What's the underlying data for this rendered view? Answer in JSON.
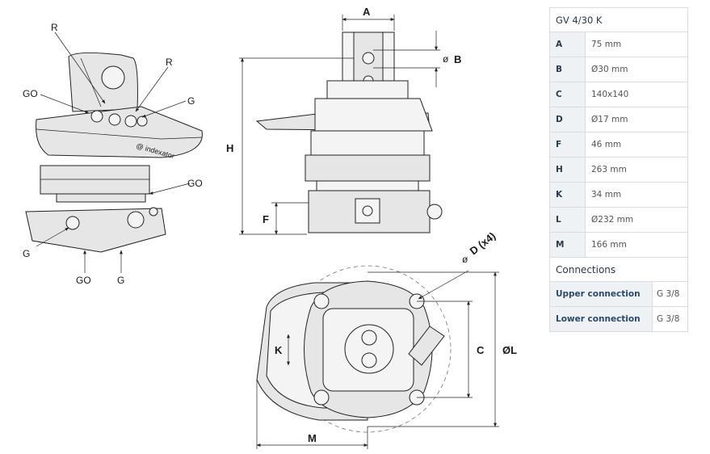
{
  "drawing": {
    "iso_labels": [
      "R",
      "R",
      "GO",
      "G",
      "GO",
      "G",
      "GO",
      "G"
    ],
    "iso_brand": "@ indexator",
    "side_dims": [
      "A",
      "B",
      "H",
      "F"
    ],
    "side_diameter_symbol": "ø",
    "top_dims": [
      "D (x4)",
      "C",
      "ØL",
      "K",
      "M"
    ],
    "top_diameter_symbol": "ø"
  },
  "specs": {
    "title": "GV 4/30 K",
    "rows": [
      {
        "key": "A",
        "value": "75 mm"
      },
      {
        "key": "B",
        "value": "Ø30 mm"
      },
      {
        "key": "C",
        "value": "140x140"
      },
      {
        "key": "D",
        "value": "Ø17 mm"
      },
      {
        "key": "F",
        "value": "46 mm"
      },
      {
        "key": "H",
        "value": "263 mm"
      },
      {
        "key": "K",
        "value": "34 mm"
      },
      {
        "key": "L",
        "value": "Ø232 mm"
      },
      {
        "key": "M",
        "value": "166 mm"
      }
    ]
  },
  "connections": {
    "title": "Connections",
    "rows": [
      {
        "key": "Upper connection",
        "value": "G 3/8"
      },
      {
        "key": "Lower connection",
        "value": "G 3/8"
      }
    ]
  }
}
